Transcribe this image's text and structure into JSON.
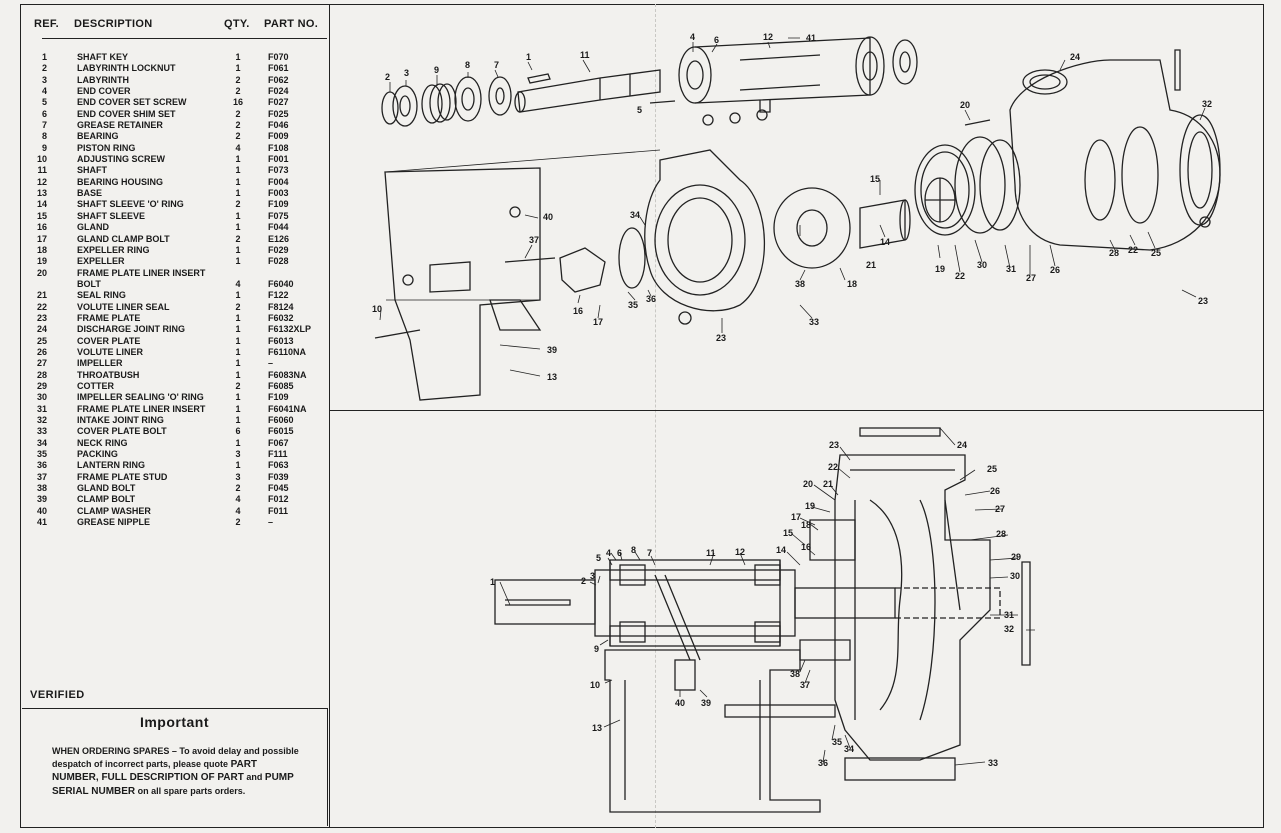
{
  "table": {
    "headers": {
      "ref": "REF.",
      "description": "DESCRIPTION",
      "qty": "QTY.",
      "part_no": "PART NO."
    },
    "rows": [
      {
        "ref": "1",
        "desc": "SHAFT KEY",
        "qty": "1",
        "part": "F070"
      },
      {
        "ref": "2",
        "desc": "LABYRINTH LOCKNUT",
        "qty": "1",
        "part": "F061"
      },
      {
        "ref": "3",
        "desc": "LABYRINTH",
        "qty": "2",
        "part": "F062"
      },
      {
        "ref": "4",
        "desc": "END COVER",
        "qty": "2",
        "part": "F024"
      },
      {
        "ref": "5",
        "desc": "END COVER SET SCREW",
        "qty": "16",
        "part": "F027"
      },
      {
        "ref": "6",
        "desc": "END COVER SHIM SET",
        "qty": "2",
        "part": "F025"
      },
      {
        "ref": "7",
        "desc": "GREASE RETAINER",
        "qty": "2",
        "part": "F046"
      },
      {
        "ref": "8",
        "desc": "BEARING",
        "qty": "2",
        "part": "F009"
      },
      {
        "ref": "9",
        "desc": "PISTON RING",
        "qty": "4",
        "part": "F108"
      },
      {
        "ref": "10",
        "desc": "ADJUSTING SCREW",
        "qty": "1",
        "part": "F001"
      },
      {
        "ref": "11",
        "desc": "SHAFT",
        "qty": "1",
        "part": "F073"
      },
      {
        "ref": "12",
        "desc": "BEARING HOUSING",
        "qty": "1",
        "part": "F004"
      },
      {
        "ref": "13",
        "desc": "BASE",
        "qty": "1",
        "part": "F003"
      },
      {
        "ref": "14",
        "desc": "SHAFT SLEEVE 'O' RING",
        "qty": "2",
        "part": "F109"
      },
      {
        "ref": "15",
        "desc": "SHAFT SLEEVE",
        "qty": "1",
        "part": "F075"
      },
      {
        "ref": "16",
        "desc": "GLAND",
        "qty": "1",
        "part": "F044"
      },
      {
        "ref": "17",
        "desc": "GLAND CLAMP BOLT",
        "qty": "2",
        "part": "E126"
      },
      {
        "ref": "18",
        "desc": "EXPELLER RING",
        "qty": "1",
        "part": "F029"
      },
      {
        "ref": "19",
        "desc": "EXPELLER",
        "qty": "1",
        "part": "F028"
      },
      {
        "ref": "20",
        "desc": "FRAME PLATE LINER INSERT",
        "qty": "",
        "part": ""
      },
      {
        "ref": "",
        "desc": "    BOLT",
        "qty": "4",
        "part": "F6040"
      },
      {
        "ref": "21",
        "desc": "SEAL RING",
        "qty": "1",
        "part": "F122"
      },
      {
        "ref": "22",
        "desc": "VOLUTE LINER SEAL",
        "qty": "2",
        "part": "F8124"
      },
      {
        "ref": "23",
        "desc": "FRAME PLATE",
        "qty": "1",
        "part": "F6032"
      },
      {
        "ref": "24",
        "desc": "DISCHARGE JOINT RING",
        "qty": "1",
        "part": "F6132XLP"
      },
      {
        "ref": "25",
        "desc": "COVER PLATE",
        "qty": "1",
        "part": "F6013"
      },
      {
        "ref": "26",
        "desc": "VOLUTE LINER",
        "qty": "1",
        "part": "F6110NA"
      },
      {
        "ref": "27",
        "desc": "IMPELLER",
        "qty": "1",
        "part": "–"
      },
      {
        "ref": "28",
        "desc": "THROATBUSH",
        "qty": "1",
        "part": "F6083NA"
      },
      {
        "ref": "29",
        "desc": "COTTER",
        "qty": "2",
        "part": "F6085"
      },
      {
        "ref": "30",
        "desc": "IMPELLER SEALING 'O' RING",
        "qty": "1",
        "part": "F109"
      },
      {
        "ref": "31",
        "desc": "FRAME PLATE LINER INSERT",
        "qty": "1",
        "part": "F6041NA"
      },
      {
        "ref": "32",
        "desc": "INTAKE JOINT RING",
        "qty": "1",
        "part": "F6060"
      },
      {
        "ref": "33",
        "desc": "COVER PLATE BOLT",
        "qty": "6",
        "part": "F6015"
      },
      {
        "ref": "34",
        "desc": "NECK RING",
        "qty": "1",
        "part": "F067"
      },
      {
        "ref": "35",
        "desc": "PACKING",
        "qty": "3",
        "part": "F111"
      },
      {
        "ref": "36",
        "desc": "LANTERN RING",
        "qty": "1",
        "part": "F063"
      },
      {
        "ref": "37",
        "desc": "FRAME PLATE STUD",
        "qty": "3",
        "part": "F039"
      },
      {
        "ref": "38",
        "desc": "GLAND BOLT",
        "qty": "2",
        "part": "F045"
      },
      {
        "ref": "39",
        "desc": "CLAMP BOLT",
        "qty": "4",
        "part": "F012"
      },
      {
        "ref": "40",
        "desc": "CLAMP WASHER",
        "qty": "4",
        "part": "F011"
      },
      {
        "ref": "41",
        "desc": "GREASE NIPPLE",
        "qty": "2",
        "part": "–"
      }
    ]
  },
  "verified": "VERIFIED",
  "important": {
    "title": "Important",
    "text_prefix": "WHEN ORDERING SPARES – To avoid delay and possible despatch of incorrect parts, please quote",
    "text_bold": "PART NUMBER, FULL DESCRIPTION OF PART",
    "text_and": "and",
    "text_bold2": "PUMP SERIAL NUMBER",
    "text_suffix": "on all spare parts orders."
  },
  "exploded_labels": [
    {
      "id": "e1",
      "text": "1"
    },
    {
      "id": "e2",
      "text": "2"
    },
    {
      "id": "e3",
      "text": "3"
    },
    {
      "id": "e9",
      "text": "9"
    },
    {
      "id": "e8",
      "text": "8"
    },
    {
      "id": "e7",
      "text": "7"
    },
    {
      "id": "e11",
      "text": "11"
    },
    {
      "id": "e4",
      "text": "4"
    },
    {
      "id": "e6",
      "text": "6"
    },
    {
      "id": "e12",
      "text": "12"
    },
    {
      "id": "e41",
      "text": "41"
    },
    {
      "id": "e5",
      "text": "5"
    },
    {
      "id": "e24",
      "text": "24"
    },
    {
      "id": "e20",
      "text": "20"
    },
    {
      "id": "e32",
      "text": "32"
    },
    {
      "id": "e15",
      "text": "15"
    },
    {
      "id": "e14",
      "text": "14"
    },
    {
      "id": "e19",
      "text": "19"
    },
    {
      "id": "e21",
      "text": "21"
    },
    {
      "id": "e22",
      "text": "22"
    },
    {
      "id": "e30",
      "text": "30"
    },
    {
      "id": "e31",
      "text": "31"
    },
    {
      "id": "e26",
      "text": "26"
    },
    {
      "id": "e27",
      "text": "27"
    },
    {
      "id": "e28",
      "text": "28"
    },
    {
      "id": "e22b",
      "text": "22"
    },
    {
      "id": "e25",
      "text": "25"
    },
    {
      "id": "e23r",
      "text": "23"
    },
    {
      "id": "e40",
      "text": "40"
    },
    {
      "id": "e37",
      "text": "37"
    },
    {
      "id": "e34",
      "text": "34"
    },
    {
      "id": "e18",
      "text": "18"
    },
    {
      "id": "e38",
      "text": "38"
    },
    {
      "id": "e33",
      "text": "33"
    },
    {
      "id": "e16",
      "text": "16"
    },
    {
      "id": "e17",
      "text": "17"
    },
    {
      "id": "e35",
      "text": "35"
    },
    {
      "id": "e36",
      "text": "36"
    },
    {
      "id": "e23",
      "text": "23"
    },
    {
      "id": "e10",
      "text": "10"
    },
    {
      "id": "e39",
      "text": "39"
    },
    {
      "id": "e13",
      "text": "13"
    }
  ],
  "section_labels": [
    {
      "id": "s24",
      "text": "24"
    },
    {
      "id": "s23",
      "text": "23"
    },
    {
      "id": "s22",
      "text": "22"
    },
    {
      "id": "s25",
      "text": "25"
    },
    {
      "id": "s20",
      "text": "20"
    },
    {
      "id": "s21",
      "text": "21"
    },
    {
      "id": "s26",
      "text": "26"
    },
    {
      "id": "s19",
      "text": "19"
    },
    {
      "id": "s27",
      "text": "27"
    },
    {
      "id": "s17",
      "text": "17"
    },
    {
      "id": "s18",
      "text": "18"
    },
    {
      "id": "s15",
      "text": "15"
    },
    {
      "id": "s16",
      "text": "16"
    },
    {
      "id": "s28",
      "text": "28"
    },
    {
      "id": "s4",
      "text": "4"
    },
    {
      "id": "s6",
      "text": "6"
    },
    {
      "id": "s8",
      "text": "8"
    },
    {
      "id": "s11",
      "text": "11"
    },
    {
      "id": "s12",
      "text": "12"
    },
    {
      "id": "s14",
      "text": "14"
    },
    {
      "id": "s5",
      "text": "5"
    },
    {
      "id": "s7",
      "text": "7"
    },
    {
      "id": "s29",
      "text": "29"
    },
    {
      "id": "s30",
      "text": "30"
    },
    {
      "id": "s3",
      "text": "3"
    },
    {
      "id": "s2",
      "text": "2"
    },
    {
      "id": "s1",
      "text": "1"
    },
    {
      "id": "s31",
      "text": "31"
    },
    {
      "id": "s32",
      "text": "32"
    },
    {
      "id": "s9",
      "text": "9"
    },
    {
      "id": "s38",
      "text": "38"
    },
    {
      "id": "s10",
      "text": "10"
    },
    {
      "id": "s37",
      "text": "37"
    },
    {
      "id": "s40",
      "text": "40"
    },
    {
      "id": "s39",
      "text": "39"
    },
    {
      "id": "s35",
      "text": "35"
    },
    {
      "id": "s34",
      "text": "34"
    },
    {
      "id": "s13",
      "text": "13"
    },
    {
      "id": "s36",
      "text": "36"
    },
    {
      "id": "s33",
      "text": "33"
    }
  ]
}
